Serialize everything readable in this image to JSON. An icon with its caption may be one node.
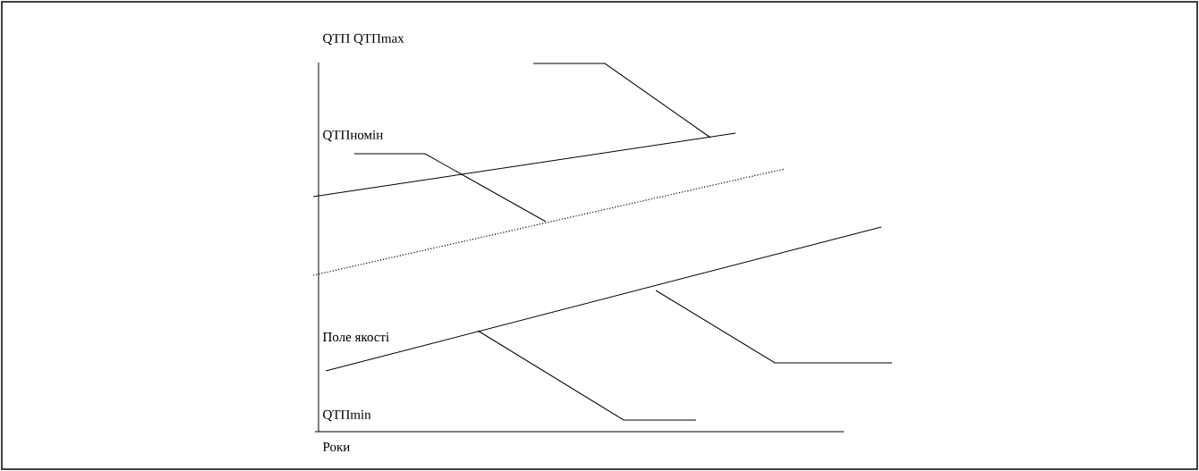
{
  "diagram": {
    "labels": [
      "QТП QТПmax",
      "QТПномін",
      "Поле якості",
      "QТПmin",
      "Роки"
    ]
  }
}
